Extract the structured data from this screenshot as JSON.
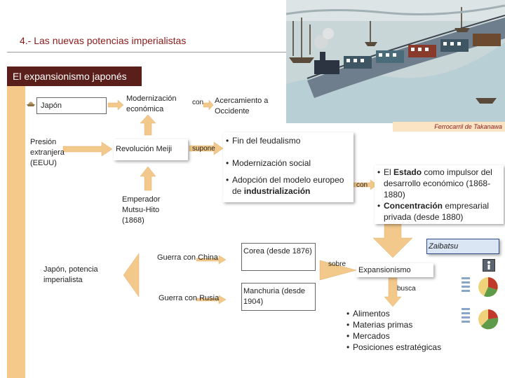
{
  "title": "4.- Las nuevas potencias imperialistas",
  "section": "El expansionismo japonés",
  "photo_caption": "Ferrocarril de Takanawa",
  "nodes": {
    "japon": "Japón",
    "modernizacion": "Modernización económica",
    "con1": "con",
    "acercamiento": "Acercamiento a Occidente",
    "presion": "Presión extranjera (EEUU)",
    "revolucion": "Revolución Meiji",
    "supone": "supone",
    "emperador": "Emperador Mutsu-Hito (1868)",
    "potencia": "Japón, potencia imperialista",
    "guerra_china": "Guerra con China",
    "guerra_rusia": "Guerra con Rusia",
    "corea": "Corea (desde 1876)",
    "manchuria": "Manchuria (desde 1904)",
    "sobre": "sobre",
    "expansionismo": "Expansionismo",
    "busca": "busca",
    "zaibatsu": "Zaibatsu",
    "con2": "con"
  },
  "consequences": {
    "item1": "Fin del feudalismo",
    "item2": "Modernización social",
    "item3_pre": "Adopción del modelo europeo de ",
    "item3_bold": "industrialización"
  },
  "estado": {
    "l1_pre": "El ",
    "l1_bold": "Estado",
    "l1_post": " como impulsor del desarrollo económico (1868-1880)",
    "l2_bold": "Concentración",
    "l2_post": " empresarial privada (desde 1880)"
  },
  "goals": [
    "Alimentos",
    "Materias primas",
    "Mercados",
    "Posiciones estratégicas"
  ],
  "colors": {
    "title": "#8b1a1a",
    "section_bg": "#5a1f1a",
    "arrow": "#f2c98a",
    "left_bar": "#f5c98a",
    "zaibatsu_border": "#2e4d8a",
    "zaibatsu_bg": "#dbe6f5"
  }
}
